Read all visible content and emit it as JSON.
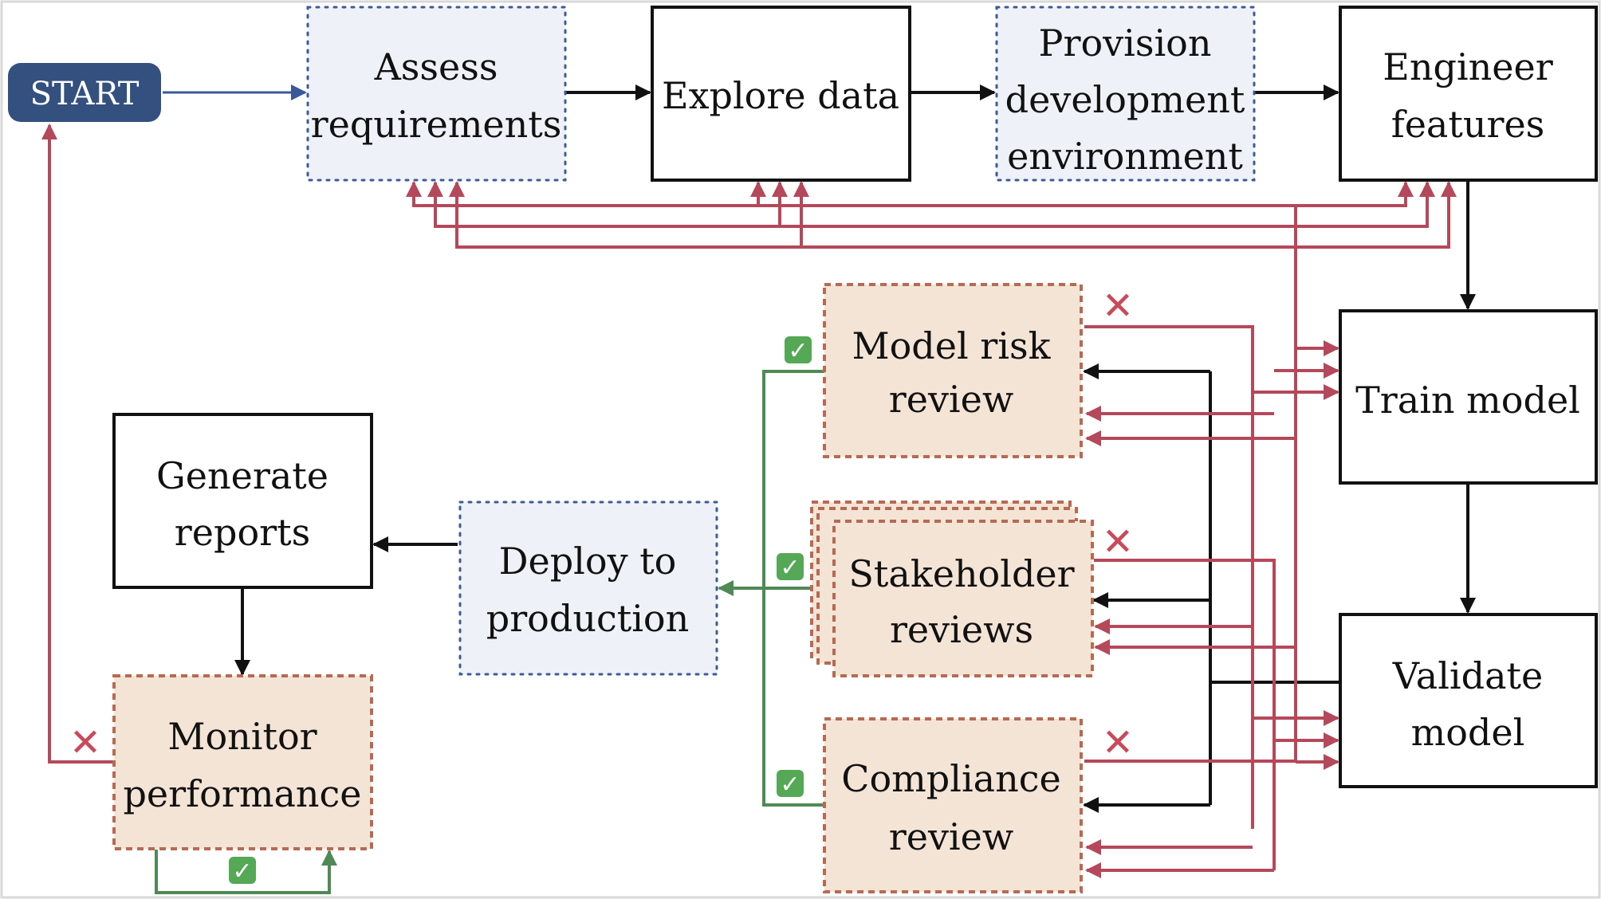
{
  "diagram": {
    "start": {
      "label": "START"
    },
    "nodes": {
      "assess": {
        "lines": [
          "Assess",
          "requirements"
        ]
      },
      "explore": {
        "lines": [
          "Explore data"
        ]
      },
      "provision": {
        "lines": [
          "Provision",
          "development",
          "environment"
        ]
      },
      "engineer": {
        "lines": [
          "Engineer",
          "features"
        ]
      },
      "train": {
        "lines": [
          "Train model"
        ]
      },
      "validate": {
        "lines": [
          "Validate",
          "model"
        ]
      },
      "mrr": {
        "lines": [
          "Model risk",
          "review"
        ]
      },
      "stakeholder": {
        "lines": [
          "Stakeholder",
          "reviews"
        ]
      },
      "compliance": {
        "lines": [
          "Compliance",
          "review"
        ]
      },
      "deploy": {
        "lines": [
          "Deploy to",
          "production"
        ]
      },
      "reports": {
        "lines": [
          "Generate",
          "reports"
        ]
      },
      "monitor": {
        "lines": [
          "Monitor",
          "performance"
        ]
      }
    },
    "markers": {
      "approve": "✓",
      "reject": "✕"
    },
    "colors": {
      "black": "#111111",
      "red": "#b5485a",
      "green": "#4f8a55",
      "blue": "#3b5998",
      "start_fill": "#34507f",
      "review_fill": "#f3e4d6",
      "review_border": "#b76a52",
      "dotted_fill": "#eef1f7",
      "dotted_border": "#3e5a9a",
      "check_fill": "#55a855"
    }
  }
}
